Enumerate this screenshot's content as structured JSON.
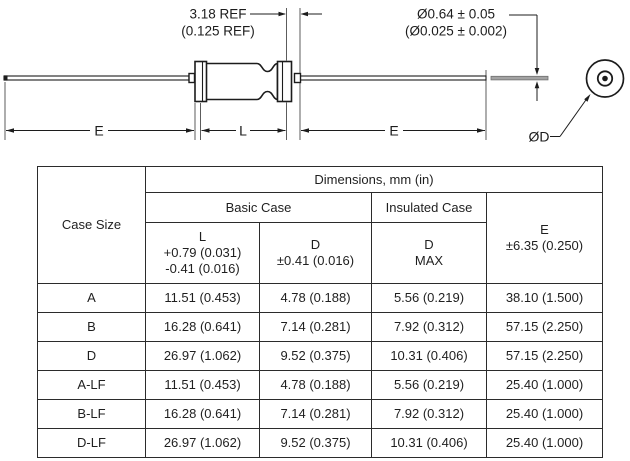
{
  "drawing": {
    "body_gap_dim": {
      "line1": "3.18 REF",
      "line2": "(0.125 REF)"
    },
    "lead_dia_dim": {
      "line1": "Ø0.64 ± 0.05",
      "line2": "(Ø0.025 ± 0.002)"
    },
    "lead_left_dim": "E",
    "case_length_dim": "L",
    "lead_right_dim": "E",
    "case_dia_label": "ØD"
  },
  "table": {
    "title": "Dimensions, mm (in)",
    "col_case": "Case Size",
    "group_basic": "Basic Case",
    "group_insulated": "Insulated Case",
    "col_l_label": "L",
    "col_l_tol_plus": "+0.79 (0.031)",
    "col_l_tol_minus": "-0.41 (0.016)",
    "col_d_label": "D",
    "col_d_tol": "±0.41 (0.016)",
    "col_dmax_label": "D",
    "col_dmax_sub": "MAX",
    "col_e_label": "E",
    "col_e_tol": "±6.35 (0.250)",
    "rows": [
      {
        "case": "A",
        "l": "11.51 (0.453)",
        "d_basic": "4.78 (0.188)",
        "d_ins": "5.56 (0.219)",
        "e": "38.10 (1.500)"
      },
      {
        "case": "B",
        "l": "16.28 (0.641)",
        "d_basic": "7.14 (0.281)",
        "d_ins": "7.92 (0.312)",
        "e": "57.15 (2.250)"
      },
      {
        "case": "D",
        "l": "26.97 (1.062)",
        "d_basic": "9.52 (0.375)",
        "d_ins": "10.31 (0.406)",
        "e": "57.15 (2.250)"
      },
      {
        "case": "A-LF",
        "l": "11.51 (0.453)",
        "d_basic": "4.78 (0.188)",
        "d_ins": "5.56 (0.219)",
        "e": "25.40 (1.000)"
      },
      {
        "case": "B-LF",
        "l": "16.28 (0.641)",
        "d_basic": "7.14 (0.281)",
        "d_ins": "7.92 (0.312)",
        "e": "25.40 (1.000)"
      },
      {
        "case": "D-LF",
        "l": "26.97 (1.062)",
        "d_basic": "9.52 (0.375)",
        "d_ins": "10.31 (0.406)",
        "e": "25.40 (1.000)"
      }
    ]
  }
}
